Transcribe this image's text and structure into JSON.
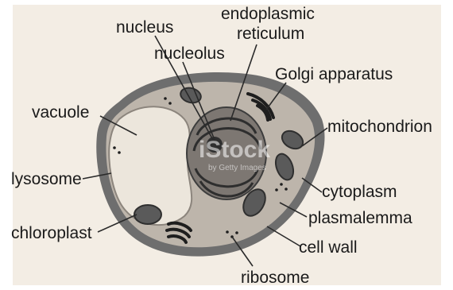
{
  "diagram": {
    "labels": {
      "endoplasmic_line1": "endoplasmic",
      "endoplasmic_line2": "reticulum",
      "nucleus": "nucleus",
      "nucleolus": "nucleolus",
      "golgi": "Golgi apparatus",
      "vacuole": "vacuole",
      "mitochondrion": "mitochondrion",
      "lysosome": "lysosome",
      "cytoplasm": "cytoplasm",
      "plasmalemma": "plasmalemma",
      "chloroplast": "chloroplast",
      "cell_wall": "cell wall",
      "ribosome": "ribosome"
    },
    "watermark": "iStock",
    "watermark_sub": "by Getty Images"
  },
  "colors": {
    "background": "#f3ede4",
    "cell_wall": "#6e6e6e",
    "cytoplasm": "#bdb5ab",
    "vacuole": "#ece6dc",
    "nucleus": "#7d7772",
    "organelle": "#5a5a5a"
  }
}
